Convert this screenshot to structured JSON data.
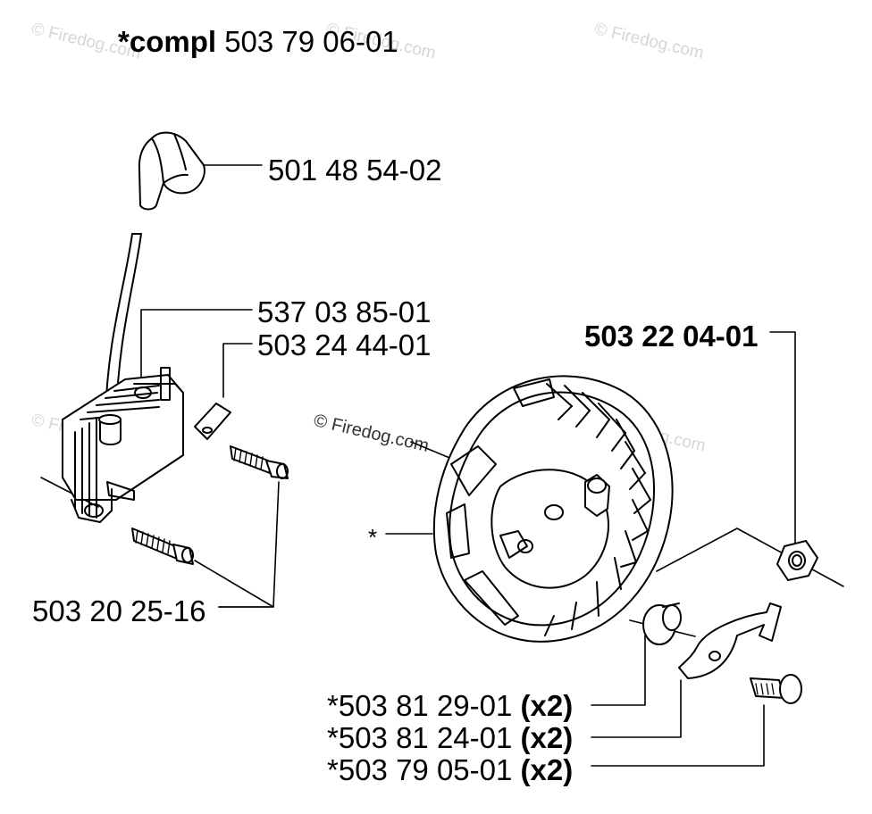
{
  "watermark": "© Firedog.com",
  "kit_label": {
    "prefix": "*compl",
    "number": "503 79 06-01"
  },
  "parts": {
    "spark_plug_cap": "501 48 54-02",
    "ignition_module": "537 03 85-01",
    "short_circuit_cable": "503 24 44-01",
    "module_screw": "503 20 25-16",
    "flywheel_nut": "503 22 04-01",
    "flywheel": "*"
  },
  "kit_items": [
    {
      "number": "*503 81 29-01",
      "qty": "(x2)"
    },
    {
      "number": "*503 81 24-01",
      "qty": "(x2)"
    },
    {
      "number": "*503 79 05-01",
      "qty": "(x2)"
    }
  ],
  "colors": {
    "line": "#000000",
    "watermark": "#d6d6d6",
    "background": "#ffffff"
  }
}
